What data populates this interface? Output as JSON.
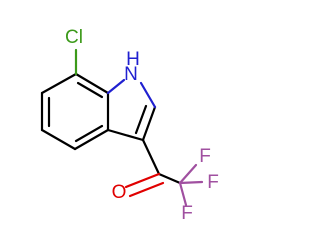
{
  "molecule": {
    "colors": {
      "carbon_bond": "#000000",
      "chlorine": "#3c9a1a",
      "nitrogen": "#2020d0",
      "oxygen": "#e00000",
      "fluorine": "#a050a0"
    },
    "labels": {
      "chlorine": "Cl",
      "nitrogen_h": "H",
      "nitrogen_n": "N",
      "oxygen": "O",
      "fluorine_top": "F",
      "fluorine_right": "F",
      "fluorine_bottom": "F"
    }
  }
}
